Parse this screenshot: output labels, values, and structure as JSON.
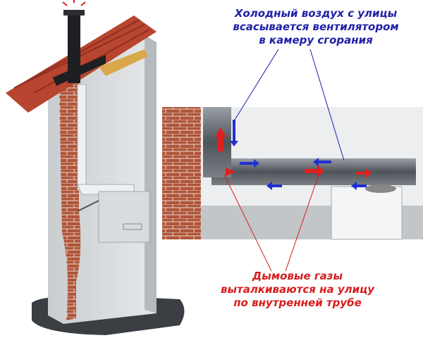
{
  "annotations": {
    "cold_air": {
      "lines": [
        "Холодный воздух с улицы",
        "всасывается вентилятором",
        "в камеру сгорания"
      ],
      "color": "#2020a8"
    },
    "flue_gas": {
      "lines": [
        "Дымовые газы",
        "выталкиваются на улицу",
        "по внутренней трубе"
      ],
      "color": "#d81c1c"
    }
  }
}
